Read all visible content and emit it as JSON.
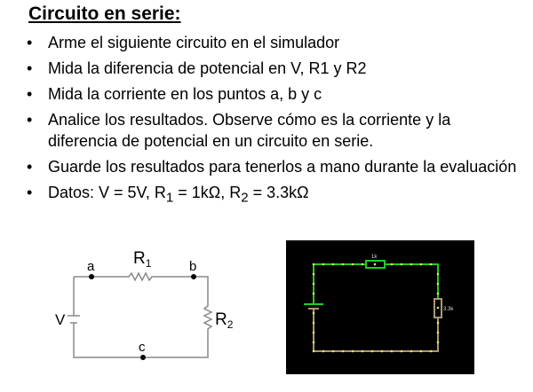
{
  "title": "Circuito en serie:",
  "bullets": [
    "Arme el siguiente circuito en el simulador",
    "Mida la diferencia de potencial en V, R1 y R2",
    "Mida la corriente en los puntos a, b y c",
    "Analice los resultados. Observe cómo es la corriente y la diferencia de potencial en un circuito en serie.",
    "Guarde los resultados para tenerlos a mano durante la evaluación"
  ],
  "datos": {
    "prefix": "Datos: V = 5V, R",
    "r1_sub": "1",
    "r1_val": " = 1kΩ, R",
    "r2_sub": "2",
    "r2_val": " = 3.3kΩ"
  },
  "schematic": {
    "a": "a",
    "b": "b",
    "c": "c",
    "v": "V",
    "r1": "R",
    "r1_sub": "1",
    "r2": "R",
    "r2_sub": "2"
  },
  "simulator": {
    "r1_label": "1k",
    "r2_label": "3.3k",
    "wire_color": "#22cc22",
    "dot_color": "#f0e060"
  }
}
